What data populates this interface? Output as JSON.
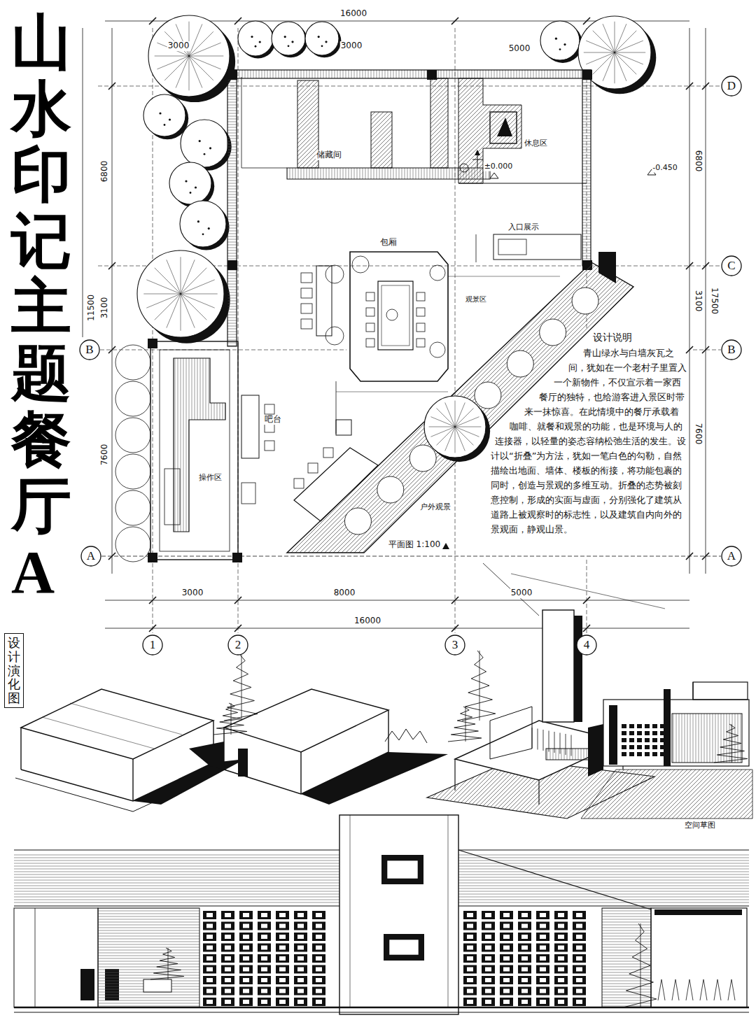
{
  "diagram": {
    "title": "山水印记主题餐厅A",
    "nodes": [
      {
        "text": [
          "D"
        ]
      },
      {
        "text": [
          "C"
        ]
      },
      {
        "text": [
          "B"
        ]
      },
      {
        "text": [
          "B"
        ]
      },
      {
        "text": [
          "A"
        ]
      },
      {
        "text": [
          "A"
        ]
      },
      {
        "text": [
          "1"
        ]
      },
      {
        "text": [
          "2"
        ]
      },
      {
        "text": [
          "3"
        ]
      },
      {
        "text": [
          "4"
        ]
      },
      {
        "text": [
          "设计演化图"
        ]
      }
    ],
    "edges": [
      {
        "from": 4,
        "to": 5,
        "arrow": "none"
      }
    ],
    "labels": [
      "16000",
      "3000",
      "3000",
      "5000",
      "6800",
      "3100",
      "11500",
      "7600",
      "6800",
      "3100",
      "17500",
      "7600",
      "3000",
      "8000",
      "5000",
      "16000",
      "储藏间",
      "休息区",
      "±0.000",
      "-0.450",
      "包厢",
      "入口展示",
      "观景区",
      "吧台",
      "操作区",
      "户外观景",
      "平面图 1:100",
      "设计说明",
      "青山绿水与白墙灰瓦之间，犹如在一个老村子里置入一个新物件，不仅宣示着一家西餐厅的独特，也给游客进入景区时带来一抹惊喜。在此情境中的餐厅承载着咖啡、就餐和观景的功能，也是环境与人的连接器，以轻量的姿态容纳松弛生活的发生。设计以“折叠”为方法，犹如一笔白色的勾勒，自然描绘出地面、墙体、楼板的衔接，将功能包裹的同时，创造与景观的多维互动。折叠的态势被刻意控制，形成的实面与虚面，分别强化了建筑从道路上被观察时的标志性，以及建筑自内向外的景观面，静观山景。",
      "空间草图"
    ]
  }
}
